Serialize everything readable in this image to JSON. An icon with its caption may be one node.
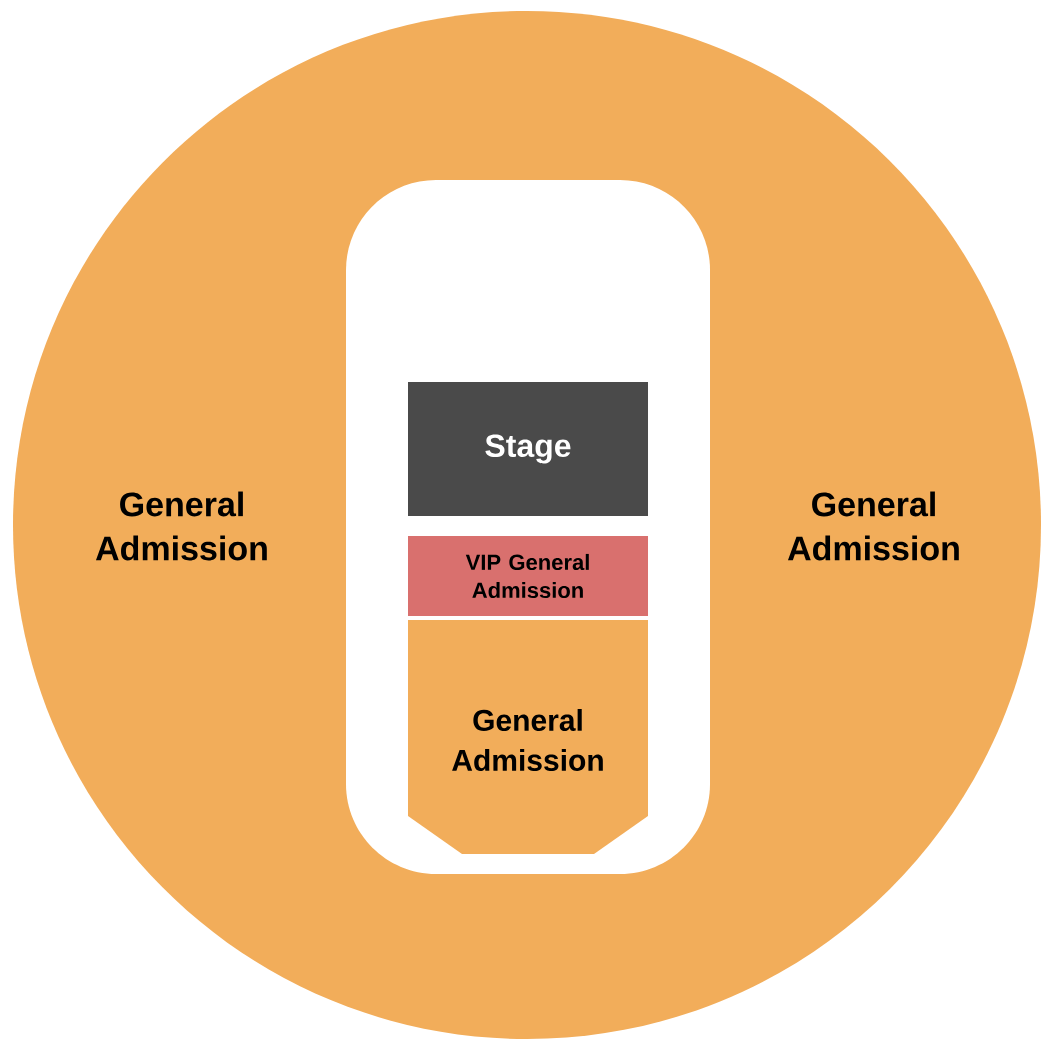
{
  "diagram": {
    "nodes": [
      {
        "text": [
          "General Admission",
          "General Admission"
        ]
      },
      {
        "text": [
          "Stage"
        ],
        "in": 0
      },
      {
        "text": [
          "VIP General Admission"
        ],
        "in": 0
      },
      {
        "text": [
          "General Admission"
        ],
        "in": 0
      }
    ]
  }
}
